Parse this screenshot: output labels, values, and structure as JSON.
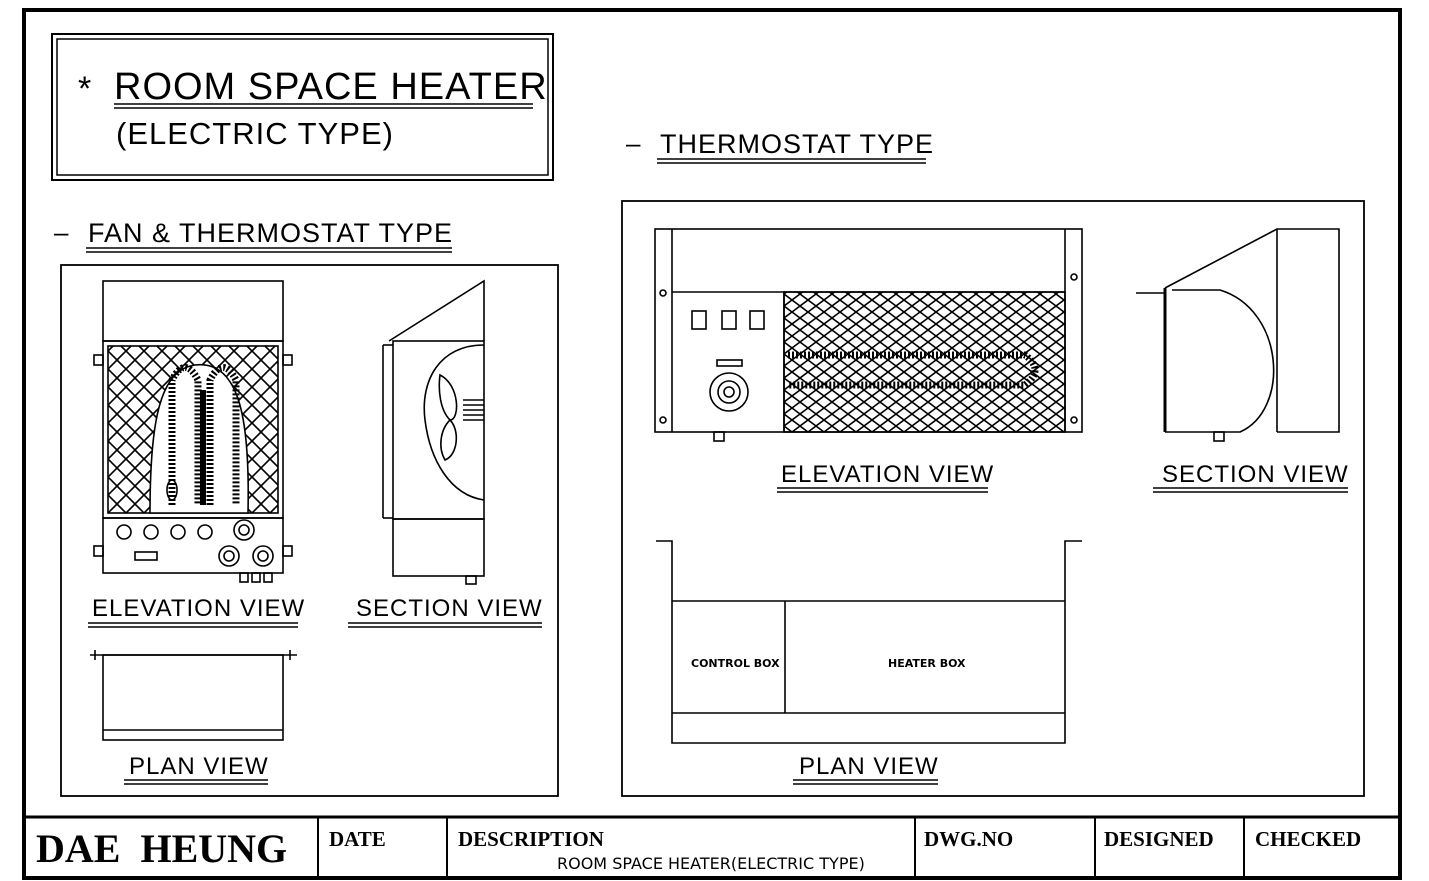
{
  "title_block": {
    "title": "ROOM SPACE HEATER",
    "subtitle": "(ELECTRIC TYPE)",
    "bullet": "*"
  },
  "sections": {
    "fan_thermostat": {
      "heading": "FAN & THERMOSTAT TYPE",
      "dash": "–",
      "elevation_label": "ELEVATION VIEW",
      "section_label": "SECTION VIEW",
      "plan_label": "PLAN VIEW"
    },
    "thermostat": {
      "heading": "THERMOSTAT TYPE",
      "dash": "–",
      "elevation_label": "ELEVATION VIEW",
      "section_label": "SECTION VIEW",
      "plan_label": "PLAN VIEW",
      "control_box_label": "CONTROL BOX",
      "heater_box_label": "HEATER BOX"
    }
  },
  "footer": {
    "company": "DAE  HEUNG",
    "date_label": "DATE",
    "description_label": "DESCRIPTION",
    "description_value": "ROOM SPACE HEATER(ELECTRIC TYPE)",
    "dwg_label": "DWG.NO",
    "designed_label": "DESIGNED",
    "checked_label": "CHECKED"
  }
}
